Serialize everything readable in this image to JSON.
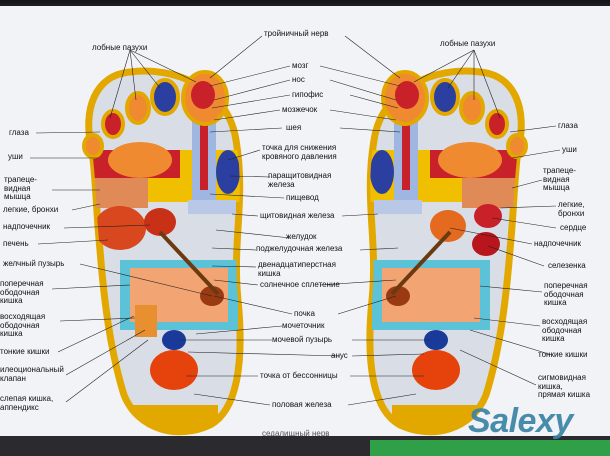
{
  "left_labels": {
    "sinuses": "лобные пазухи",
    "eyes": "глаза",
    "ears": "уши",
    "trapezius": "трапеце-\nвидная\nмышца",
    "lungs": "легкие, бронхи",
    "adrenal": "надпочечник",
    "liver": "печень",
    "gallbladder": "желчный пузырь",
    "transverse_colon": "поперечная\nободочная\nкишка",
    "ascending_colon": "восходящая\nободочная\nкишка",
    "small_intestine": "тонкие кишки",
    "ileocecal": "илеоциональный\nклапан",
    "cecum": "слепая кишка,\nаппендикс"
  },
  "center_labels": {
    "trigeminal": "тройничный нерв",
    "brain": "мозг",
    "nose": "нос",
    "pituitary": "гипофис",
    "cerebellum": "мозжечок",
    "neck": "шея",
    "blood_pressure": "точка для снижения\nкровяного давления",
    "parathyroid": "паращитовидная\nжелеза",
    "esophagus": "пищевод",
    "thyroid": "щитовидная железа",
    "stomach": "желудок",
    "pancreas": "поджелудочная железа",
    "duodenum": "двенадцатиперстная\nкишка",
    "solar_plexus": "солнечное сплетение",
    "kidney": "почка",
    "ureter": "мочеточник",
    "bladder": "мочевой пузырь",
    "anus": "анус",
    "insomnia": "точка от бессонницы",
    "gonad": "половая железа",
    "bottom_cut": "седалищный нерв"
  },
  "right_labels": {
    "sinuses": "лобные пазухи",
    "eyes": "глаза",
    "ears": "уши",
    "trapezius": "трапеце-\nвидная\nмышца",
    "lungs": "легкие,\nбронхи",
    "heart": "сердце",
    "adrenal": "надпочечник",
    "spleen": "селезенка",
    "transverse_colon": "поперечная\nободочная\nкишка",
    "descending_colon": "восходящая\nободочная\nкишка",
    "small_intestine": "тонкие кишки",
    "sigmoid": "сигмовидная\nкишка,\nпрямая кишка"
  },
  "watermark": "Salexy",
  "colors": {
    "page": "#f2f3f6",
    "green_strip": "#2fa048",
    "watermark": "#3a84a6"
  }
}
